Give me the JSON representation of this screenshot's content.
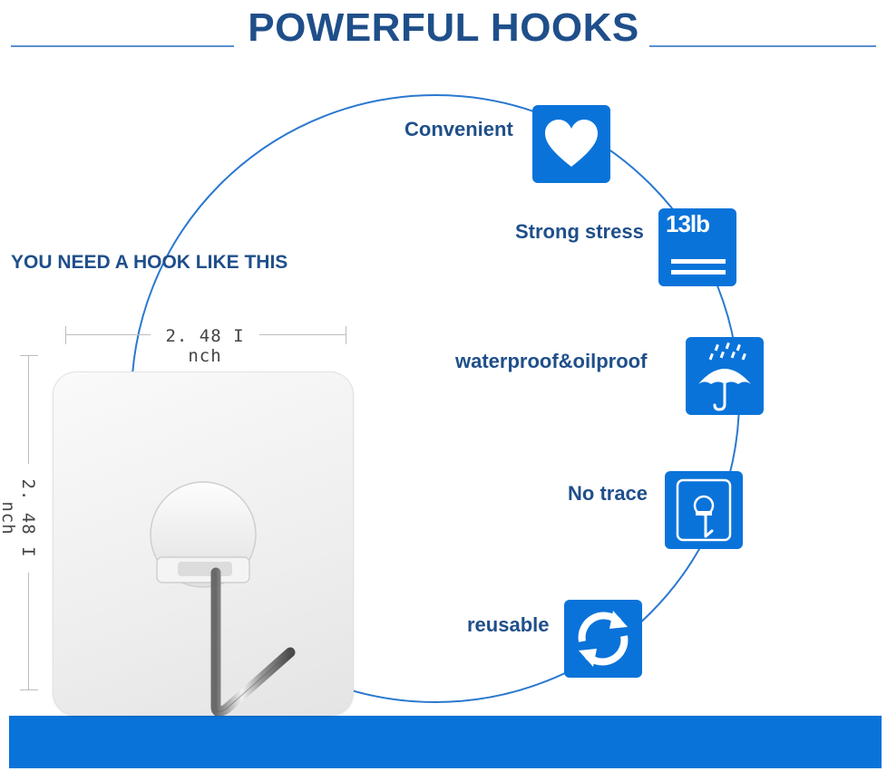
{
  "header": {
    "title": "POWERFUL HOOKS",
    "subtitle": "YOU NEED A HOOK LIKE THIS"
  },
  "dimensions": {
    "width_label": "2. 48 I nch",
    "height_label": "2. 48 I nch"
  },
  "features": [
    {
      "label": "Convenient",
      "icon": "heart-icon"
    },
    {
      "label": "Strong stress",
      "icon": "weight-icon",
      "icon_text": "13lb"
    },
    {
      "label": "waterproof&oilproof",
      "icon": "umbrella-rain-icon"
    },
    {
      "label": "No trace",
      "icon": "hook-frame-icon"
    },
    {
      "label": "reusable",
      "icon": "refresh-icon"
    }
  ],
  "colors": {
    "accent_blue": "#0a73d9",
    "title_navy": "#1f4f8a",
    "ring_blue": "#2a78cf"
  }
}
